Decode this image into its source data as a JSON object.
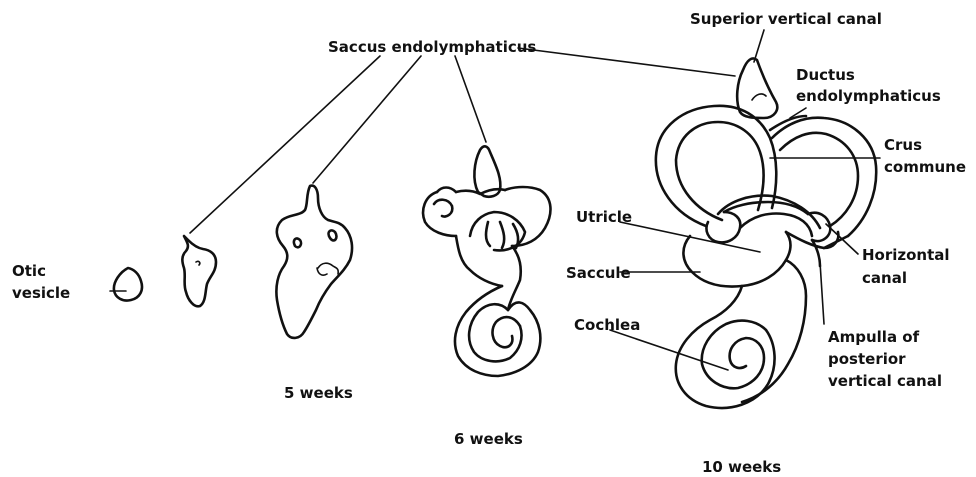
{
  "labels": {
    "otic_vesicle_1": "Otic",
    "otic_vesicle_2": "vesicle",
    "saccus": "Saccus endolymphaticus",
    "superior_canal": "Superior vertical canal",
    "ductus_1": "Ductus",
    "ductus_2": "endolymphaticus",
    "crus_1": "Crus",
    "crus_2": "commune",
    "utricle": "Utricle",
    "saccule": "Saccule",
    "horizontal_1": "Horizontal",
    "horizontal_2": "canal",
    "cochlea": "Cochlea",
    "ampulla_1": "Ampulla of",
    "ampulla_2": "posterior",
    "ampulla_3": "vertical canal"
  },
  "stages": {
    "week5": "5 weeks",
    "week6": "6 weeks",
    "week10": "10 weeks"
  }
}
